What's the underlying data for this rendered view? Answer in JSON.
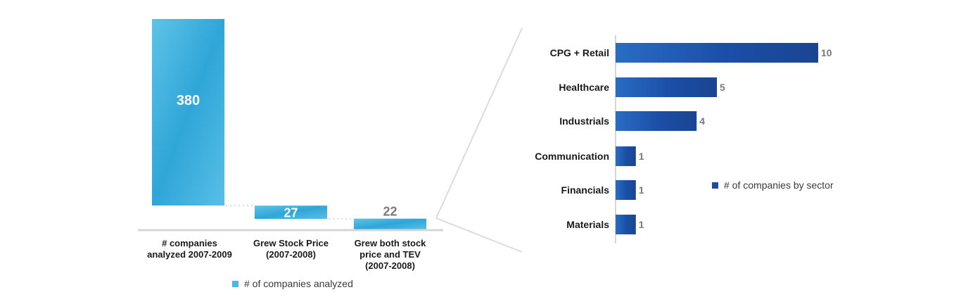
{
  "colors": {
    "light_blue": "#49b8e2",
    "light_blue_dark": "#2aa3d6",
    "dark_blue": "#1e55b0",
    "dark_blue_deep": "#143f8c",
    "value_grey": "#7a7a7a",
    "connector_grey": "#cfcfcf",
    "axis_grey": "#d6d6d6",
    "label_dark": "#1a1a1a"
  },
  "chart_data": [
    {
      "type": "bar",
      "categories": [
        "# companies analyzed 2007-2009",
        "Grew Stock Price (2007-2008)",
        "Grew both stock price and TEV (2007-2008)"
      ],
      "category_lines": [
        [
          "# companies",
          "analyzed 2007-2009"
        ],
        [
          "Grew Stock Price",
          "(2007-2008)"
        ],
        [
          "Grew both stock",
          "price and TEV",
          "(2007-2008)"
        ]
      ],
      "values": [
        380,
        27,
        22
      ],
      "value_labels": [
        "380",
        "27",
        "22"
      ],
      "series": [
        {
          "name": "# of companies analyzed",
          "values": [
            380,
            27,
            22
          ]
        }
      ],
      "legend": {
        "label": "# of companies analyzed",
        "position": "bottom"
      },
      "ylim": [
        0,
        380
      ],
      "grid": false
    },
    {
      "type": "bar",
      "orientation": "horizontal",
      "categories": [
        "CPG + Retail",
        "Healthcare",
        "Industrials",
        "Communication",
        "Financials",
        "Materials"
      ],
      "values": [
        10,
        5,
        4,
        1,
        1,
        1
      ],
      "value_labels": [
        "10",
        "5",
        "4",
        "1",
        "1",
        "1"
      ],
      "series": [
        {
          "name": "# of companies by sector",
          "values": [
            10,
            5,
            4,
            1,
            1,
            1
          ]
        }
      ],
      "legend": {
        "label": "# of companies by sector",
        "position": "right"
      },
      "xlim": [
        0,
        10
      ],
      "grid": false
    }
  ]
}
